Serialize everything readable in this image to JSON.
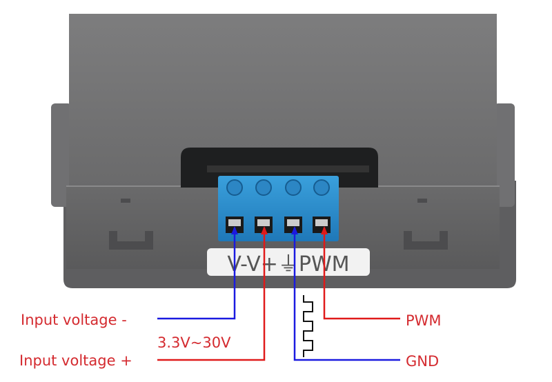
{
  "terminal_label": {
    "pins": [
      "V-",
      "V+",
      "⏚",
      "PWM"
    ],
    "text": "V-V+⏚PWM"
  },
  "annotations": {
    "input_minus": "Input voltage -",
    "input_plus": "Input voltage +",
    "voltage_range": "3.3V~30V",
    "pwm": "PWM",
    "gnd": "GND"
  },
  "colors": {
    "label_red": "#d42a2f",
    "wire_blue": "#1a1ae0",
    "wire_red": "#e01a1a",
    "housing": "#6f6f70",
    "terminal_blue": "#2a8ccc"
  }
}
